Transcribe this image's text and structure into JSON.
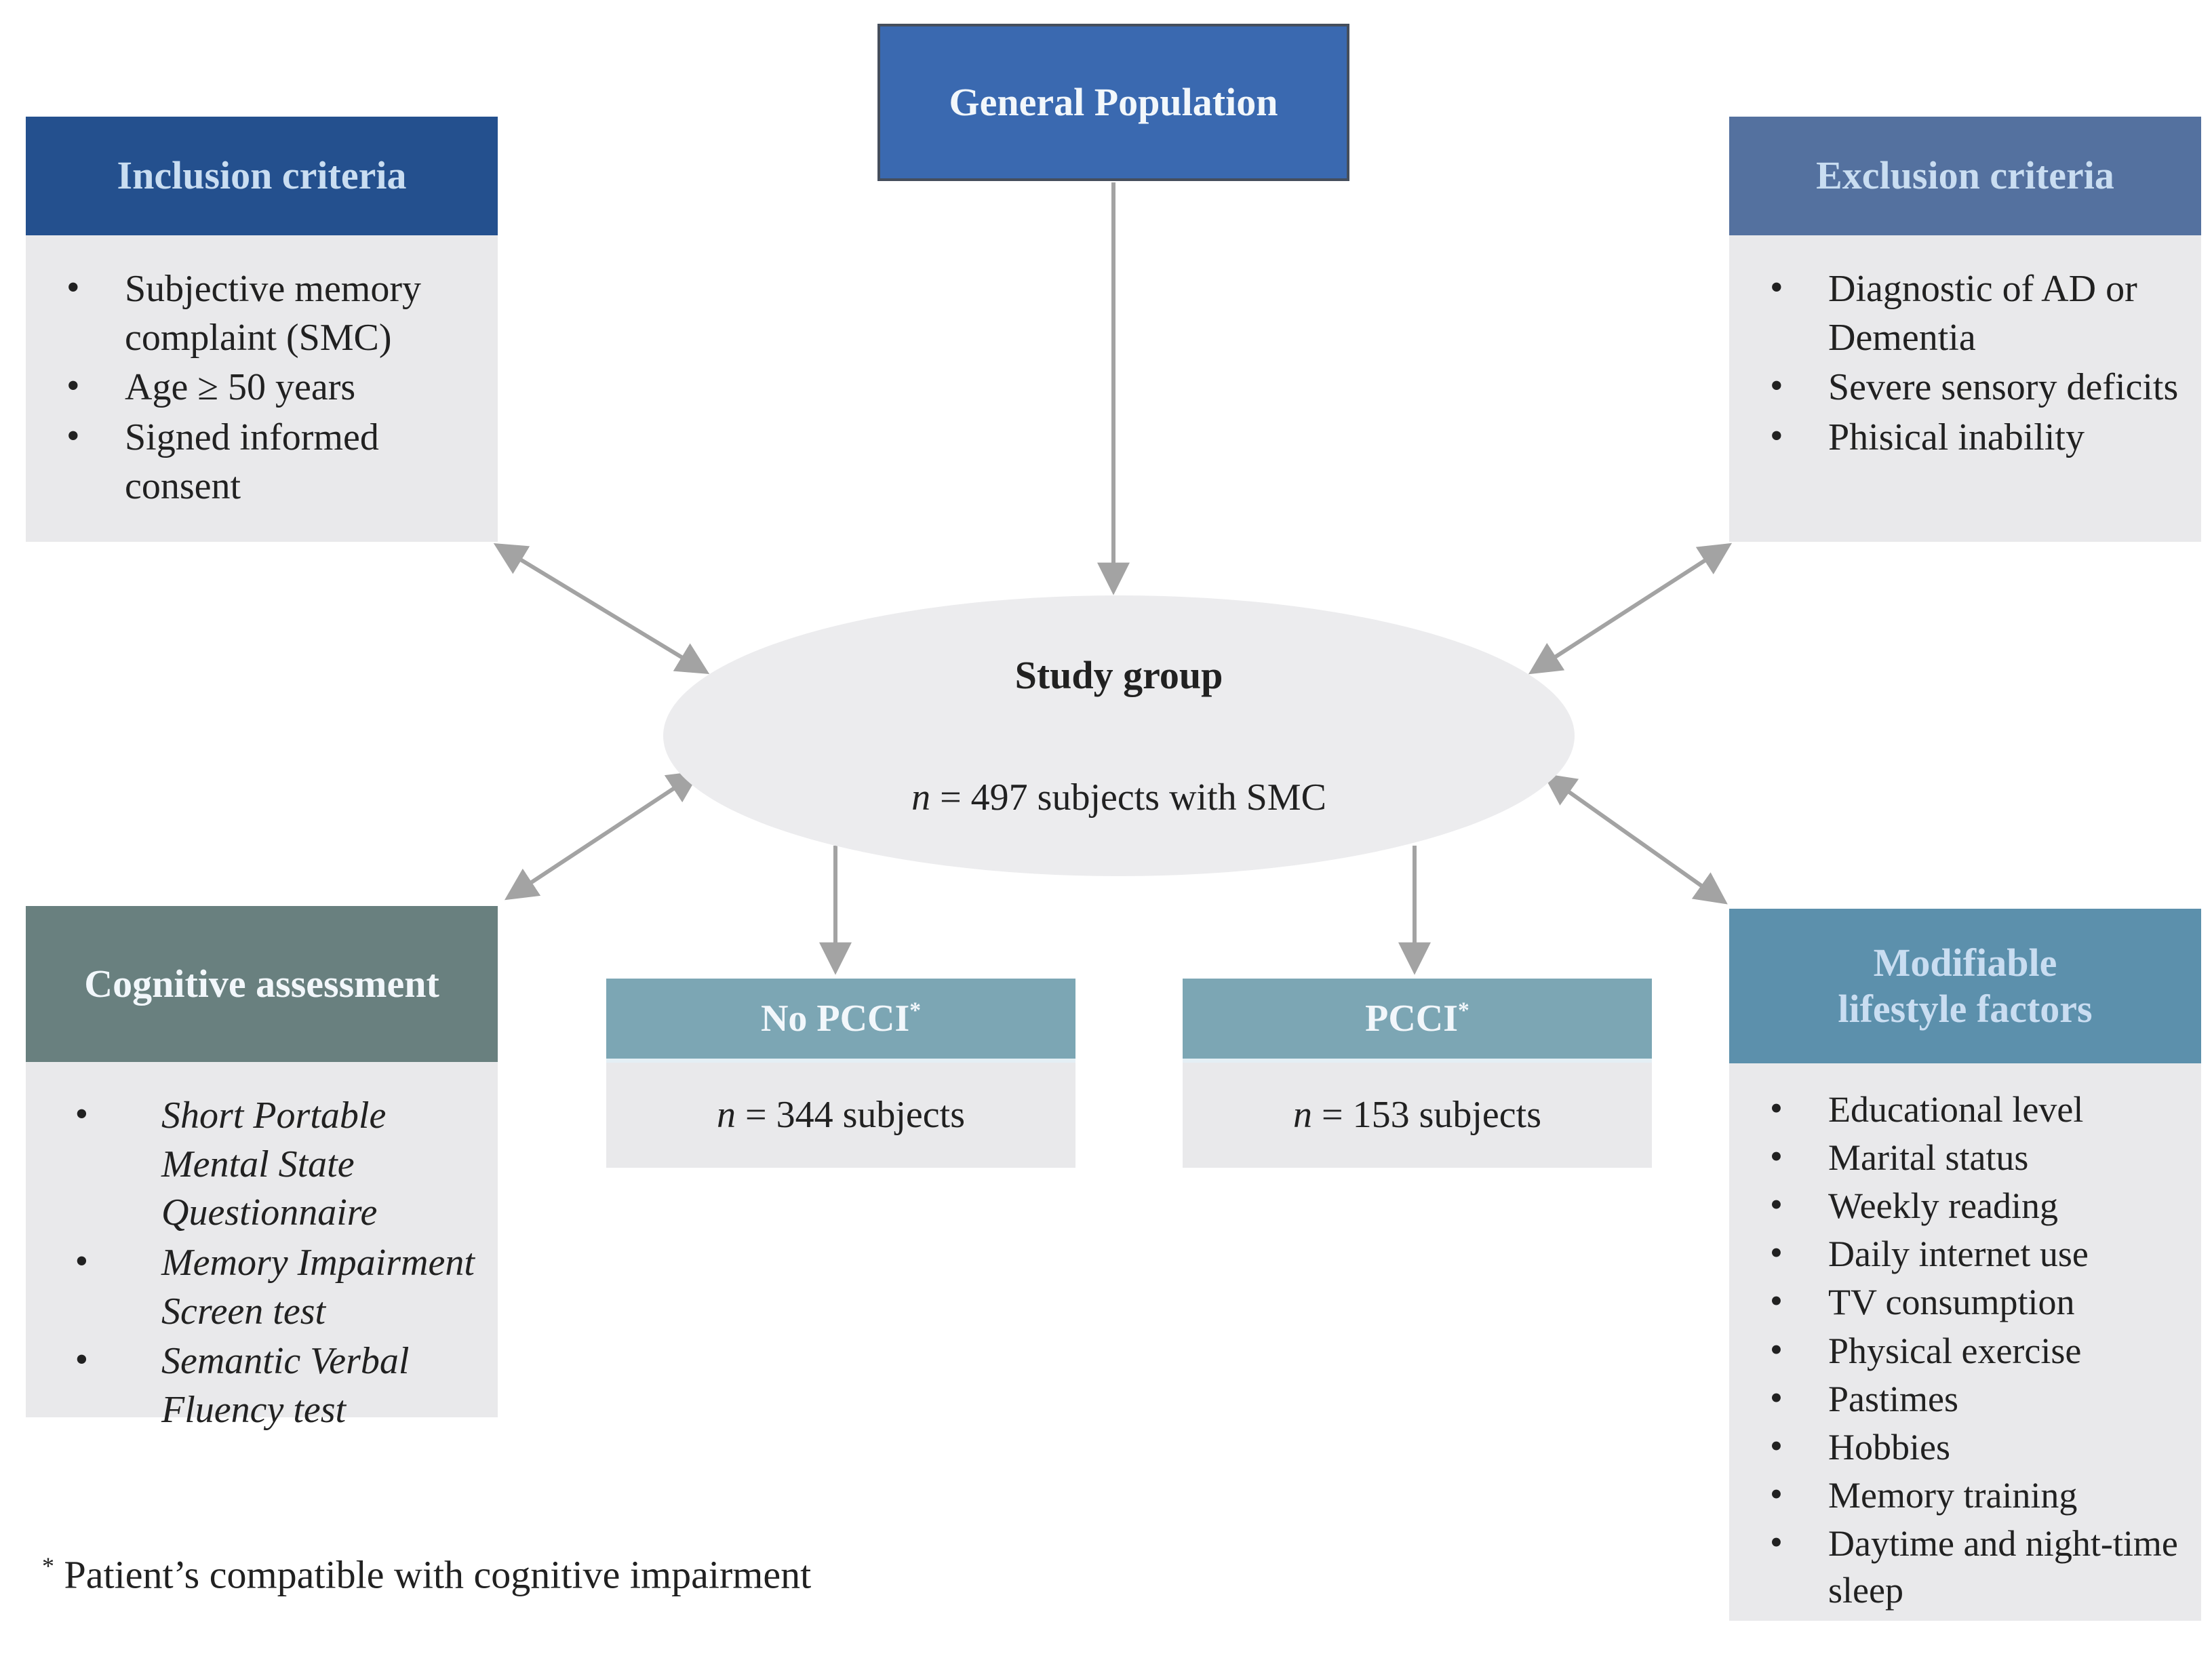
{
  "colors": {
    "canvas_bg": "#FFFFFF",
    "general_fill": "#3A69B0",
    "general_border": "#454E5C",
    "inclusion_header_fill": "#24508E",
    "exclusion_header_fill": "#54719F",
    "cognitive_header_fill": "#69807F",
    "pcci_header_fill": "#7CA6B4",
    "modifiable_header_fill": "#5C90AC",
    "panel_body_fill": "#E9E9EB",
    "ellipse_fill": "#ECECEE",
    "arrow_color": "#A3A3A3",
    "body_text": "#212121",
    "header_text_light": "#F2F7FB",
    "header_text_pale_blue": "#C9DDF1"
  },
  "nodes": {
    "general_population": {
      "title": "General Population"
    },
    "inclusion": {
      "title": "Inclusion criteria",
      "items": [
        "Subjective memory complaint (SMC)",
        "Age ≥ 50 years",
        "Signed informed consent"
      ]
    },
    "exclusion": {
      "title": "Exclusion criteria",
      "items": [
        "Diagnostic of AD or Dementia",
        "Severe sensory deficits",
        "Phisical inability"
      ]
    },
    "study_group": {
      "title": "Study group",
      "n_prefix": "n",
      "n_text": " = 497 subjects with SMC"
    },
    "cognitive": {
      "title": "Cognitive assessment",
      "items": [
        "Short Portable Mental State Questionnaire",
        "Memory Impairment Screen test",
        "Semantic Verbal Fluency test"
      ]
    },
    "no_pcci": {
      "title": "No PCCI",
      "sup": "*",
      "n_prefix": "n",
      "n_text": " = 344 subjects"
    },
    "pcci": {
      "title": "PCCI",
      "sup": "*",
      "n_prefix": "n",
      "n_text": " = 153 subjects"
    },
    "modifiable": {
      "title": "Modifiable lifestyle factors",
      "items": [
        "Educational level",
        "Marital status",
        "Weekly reading",
        "Daily internet use",
        "TV consumption",
        "Physical exercise",
        "Pastimes",
        "Hobbies",
        "Memory training",
        "Daytime and night-time sleep"
      ]
    }
  },
  "footnote": {
    "marker": "*",
    "text": " Patient’s compatible with cognitive impairment"
  }
}
